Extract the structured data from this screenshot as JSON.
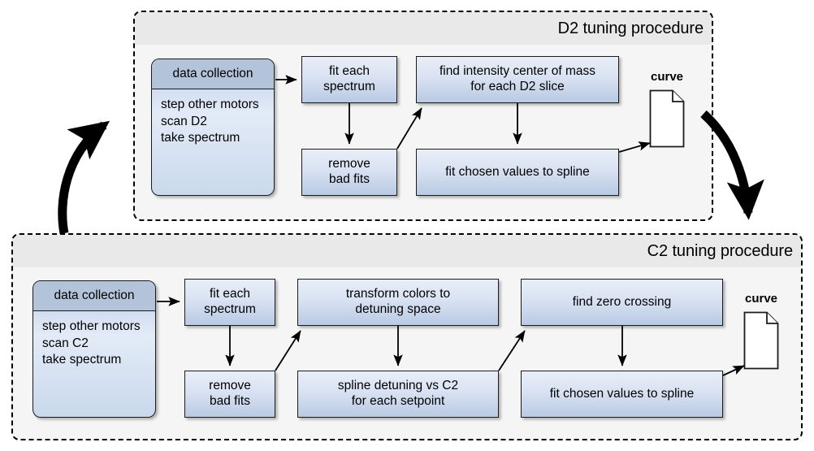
{
  "panels": [
    {
      "id": "d2",
      "title": "D2 tuning procedure"
    },
    {
      "id": "c2",
      "title": "C2 tuning procedure"
    }
  ],
  "d2_panel": {
    "title": "D2 tuning procedure",
    "data_collection": {
      "header": "data collection",
      "line1": "step other motors",
      "line2": "scan D2",
      "line3": "take spectrum"
    },
    "boxes": {
      "fit_each_spectrum": "fit each\nspectrum",
      "remove_bad_fits": "remove\nbad fits",
      "find_intensity_com": "find intensity center of mass\nfor each D2 slice",
      "fit_chosen_values": "fit chosen values to spline"
    },
    "curve": {
      "label": "curve",
      "icon": "document-icon"
    }
  },
  "c2_panel": {
    "title": "C2 tuning procedure",
    "data_collection": {
      "header": "data collection",
      "line1": "step other motors",
      "line2": "scan C2",
      "line3": "take spectrum"
    },
    "boxes": {
      "fit_each_spectrum": "fit each\nspectrum",
      "remove_bad_fits": "remove\nbad fits",
      "transform_colors": "transform colors to\ndetuning space",
      "spline_detuning": "spline detuning vs C2\nfor each setpoint",
      "find_zero_crossing": "find zero crossing",
      "fit_chosen_values": "fit chosen values to spline"
    },
    "curve": {
      "label": "curve",
      "icon": "document-icon"
    }
  },
  "connectors": {
    "feedback_up_arrow": "thick-curved-arrow-up-icon",
    "feedback_down_arrow": "thick-curved-arrow-down-icon"
  },
  "colors": {
    "panel_background": "#f5f5f5",
    "panel_titlebar": "#e9e9e9",
    "box_gradient_top": "#e8eef8",
    "box_gradient_bottom": "#b9cae3",
    "header_fill": "#b3c3da",
    "stroke": "#1b1b1b",
    "document_fill": "#ffffff"
  }
}
